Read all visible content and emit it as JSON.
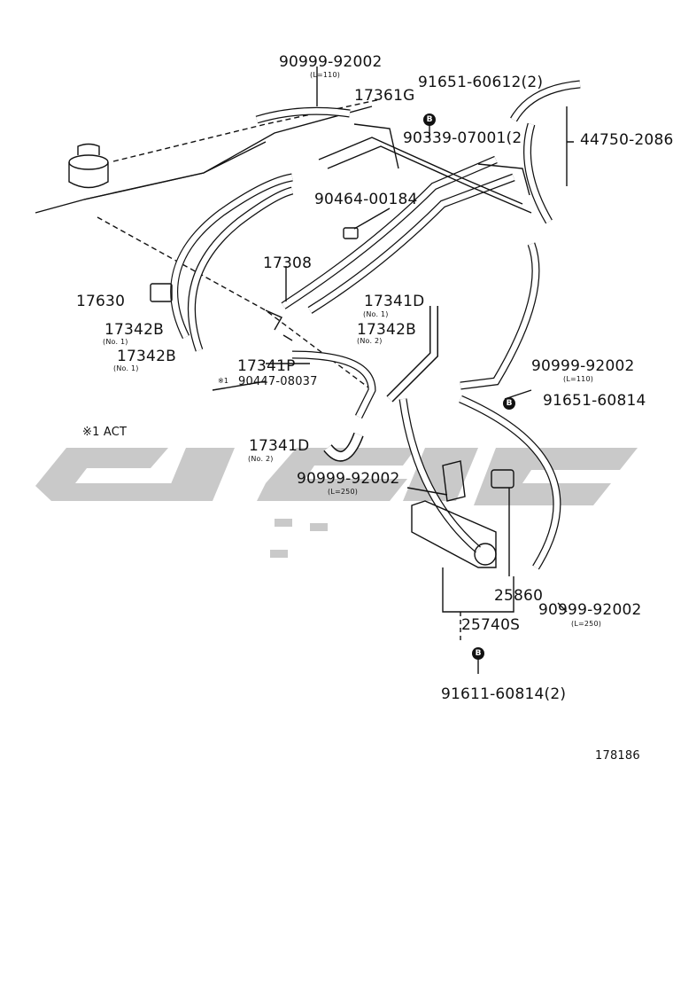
{
  "parts": {
    "p1": "90999-92002",
    "p1_len": "(L=110)",
    "p2": "91651-60612(2)",
    "p3": "17361G",
    "p4": "90339-07001(2",
    "p5": "44750-2086",
    "p6": "90464-00184",
    "p7": "17308",
    "p8": "17630",
    "p9": "17341D",
    "p9_no": "(No. 1)",
    "p10": "17342B",
    "p10_no": "(No. 1)",
    "p11": "17342B",
    "p11_no": "(No. 1)",
    "p12": "17342B",
    "p12_no": "(No. 2)",
    "p13": "17341P",
    "p14": "90447-08037",
    "p14_mark": "※1",
    "p15": "90999-92002",
    "p15_len": "(L=110)",
    "p16": "91651-60814",
    "p17": "17341D",
    "p17_no": "(No. 2)",
    "p18": "90999-92002",
    "p18_len": "(L=250)",
    "p19": "25860",
    "p20": "90999-92002",
    "p20_len": "(L=250)",
    "p21": "25740S",
    "p22": "91611-60814(2)"
  },
  "note": "※1 ACT",
  "badge_letter": "B",
  "diagram_id": "178186",
  "watermark_color": "#c9c9c9",
  "line_color": "#111111"
}
